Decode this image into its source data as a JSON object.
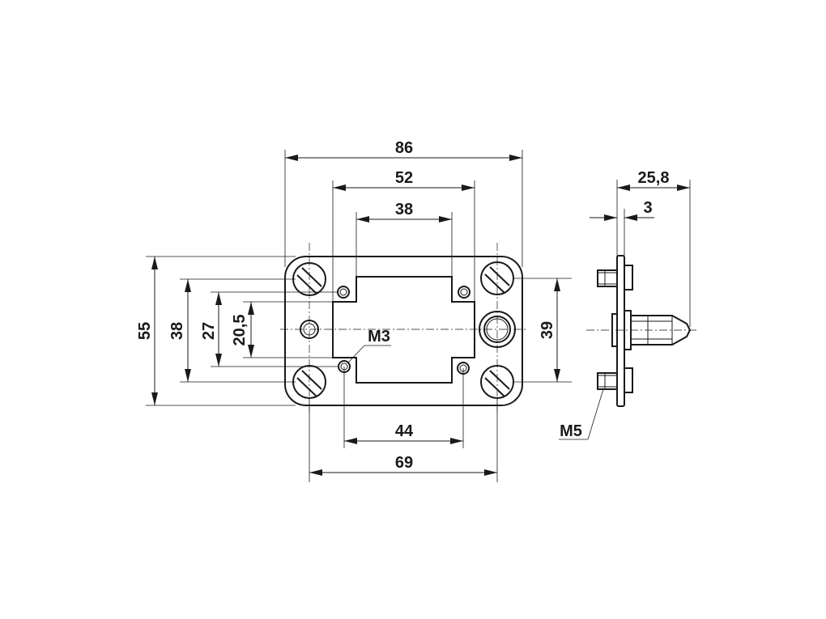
{
  "dimensions": {
    "width_total": "86",
    "width_inner": "52",
    "width_cutout": "38",
    "width_hole_spacing_bottom": "44",
    "width_mount_spacing": "69",
    "height_total": "55",
    "height_38": "38",
    "height_27": "27",
    "height_20_5": "20,5",
    "height_mount_spacing": "39",
    "side_depth_total": "25,8",
    "side_plate_thickness": "3"
  },
  "thread_labels": {
    "front_thread": "M3",
    "side_thread": "M5"
  }
}
